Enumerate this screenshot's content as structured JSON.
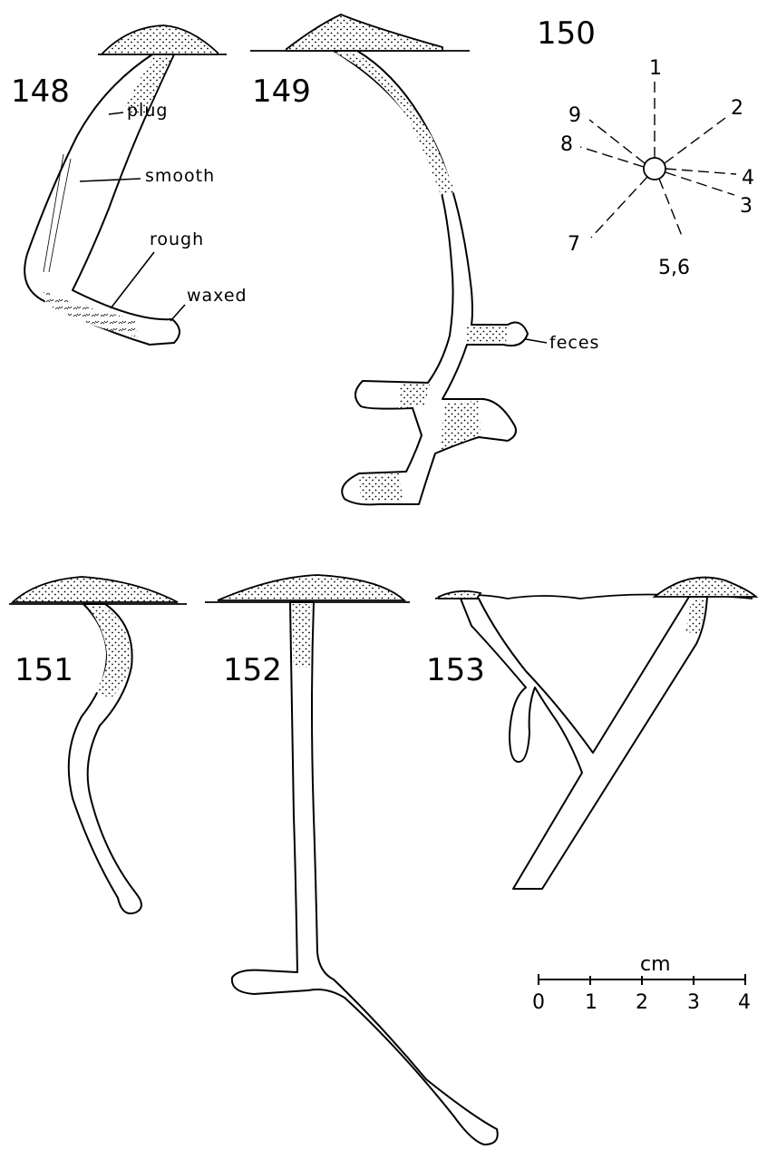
{
  "figures": {
    "f148": {
      "number": "148",
      "labels": {
        "plug": "plug",
        "smooth": "smooth",
        "rough": "rough",
        "waxed": "waxed"
      }
    },
    "f149": {
      "number": "149",
      "labels": {
        "feces": "feces"
      }
    },
    "f150": {
      "number": "150",
      "rays": [
        "1",
        "2",
        "3",
        "4",
        "5,6",
        "7",
        "8",
        "9"
      ]
    },
    "f151": {
      "number": "151"
    },
    "f152": {
      "number": "152"
    },
    "f153": {
      "number": "153"
    }
  },
  "scale": {
    "unit": "cm",
    "ticks": [
      "0",
      "1",
      "2",
      "3",
      "4"
    ]
  }
}
